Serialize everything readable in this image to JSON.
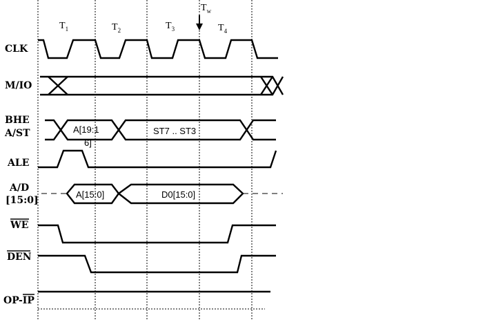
{
  "diagram": {
    "phases": [
      {
        "main": "T",
        "sub": "1"
      },
      {
        "main": "T",
        "sub": "2"
      },
      {
        "main": "T",
        "sub": "3"
      },
      {
        "main": "T",
        "sub": "4"
      }
    ],
    "wait_state": {
      "main": "T",
      "sub": "w"
    },
    "signals": {
      "clk": "CLK",
      "mio": "M/IO",
      "bhe": "BHE",
      "ast": "A/ST",
      "ale": "ALE",
      "ad_line1": "A/D",
      "ad_line2": "[15:0]",
      "we": "WE",
      "den": "DEN",
      "opip_a": "OP-",
      "opip_b": "IP"
    },
    "bus_values": {
      "addr_high_1": "A[19:1",
      "addr_high_2": "6]",
      "status": "ST7 .. ST3",
      "addr_low": "A[15:0]",
      "data": "D0[15:0]"
    }
  }
}
